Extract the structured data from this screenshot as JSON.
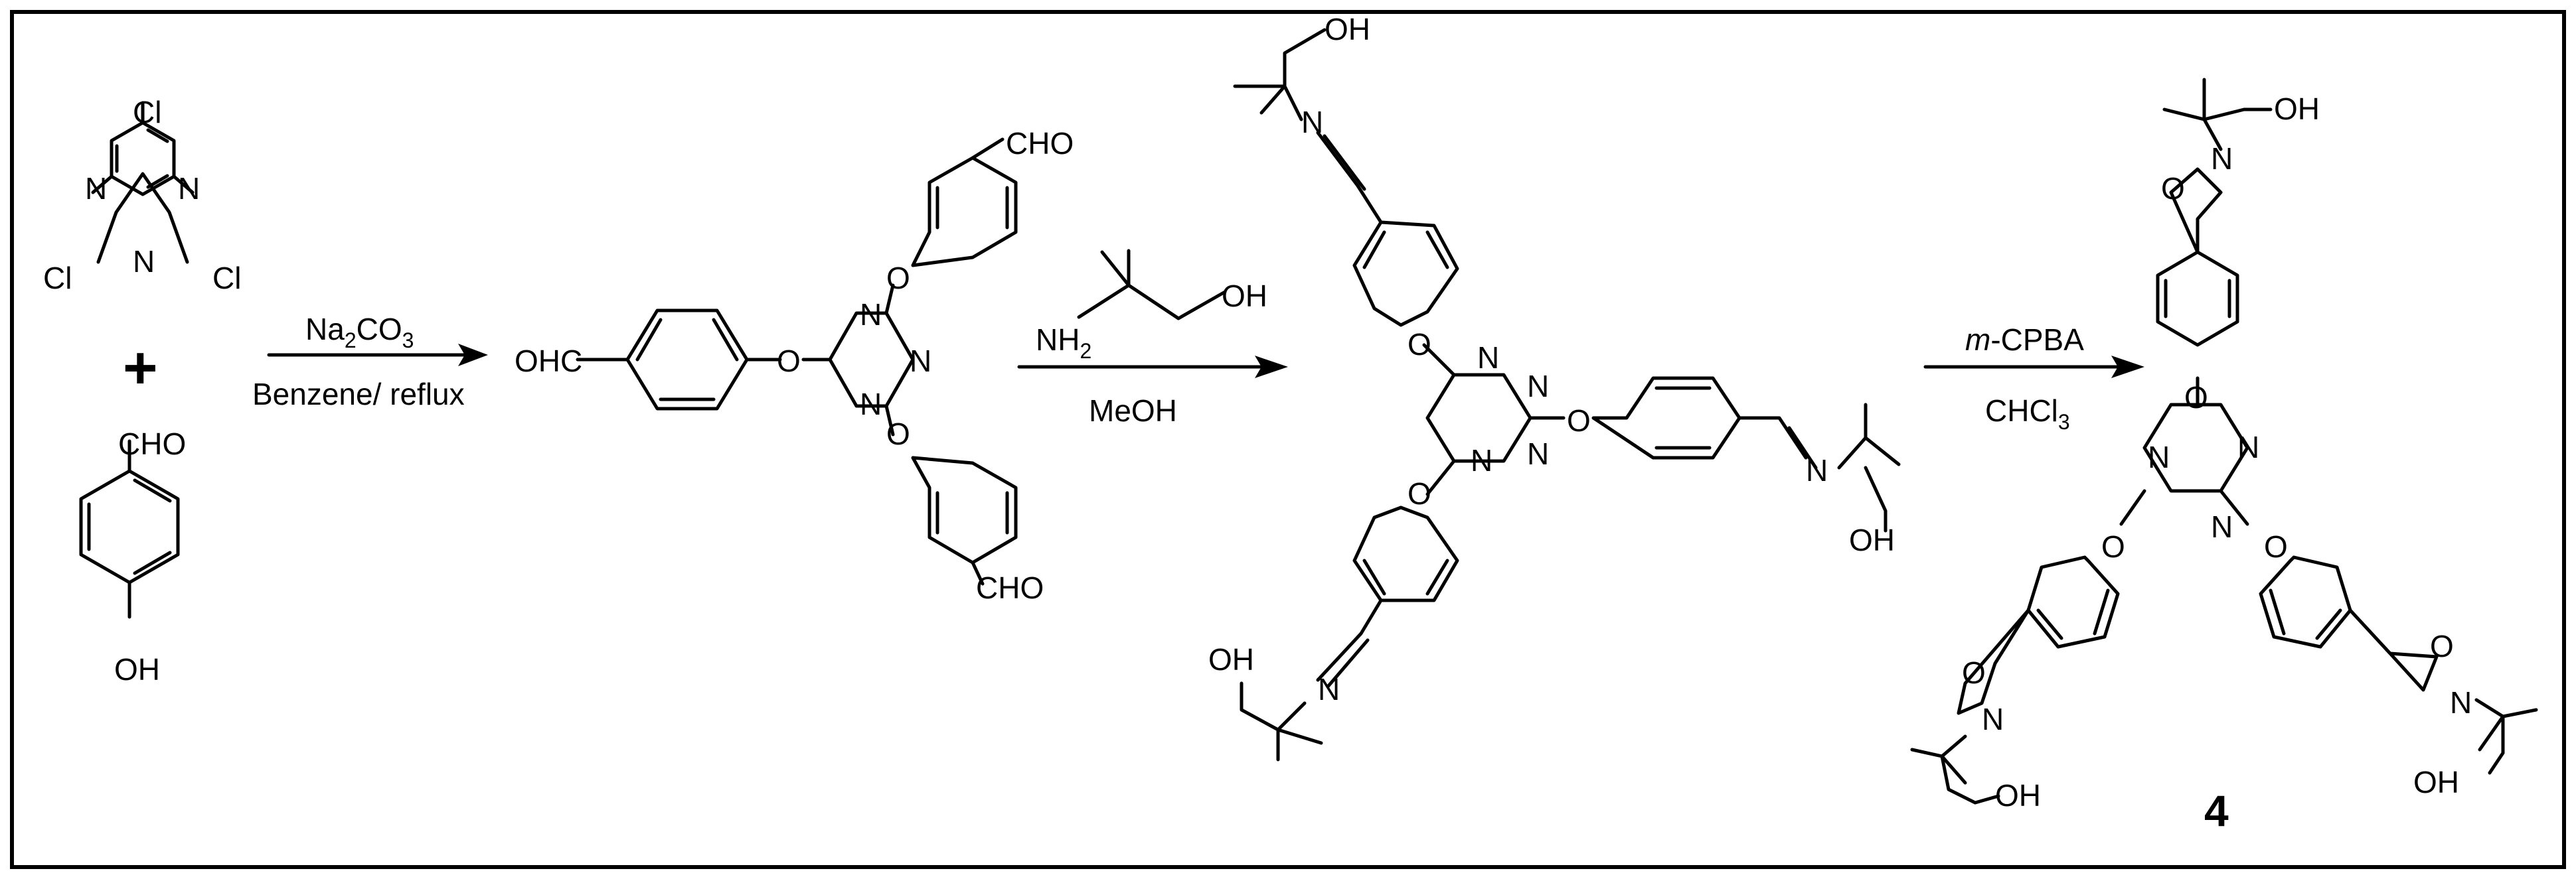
{
  "scheme": {
    "start_materials": {
      "cyanuric_chloride": {
        "cl": "Cl",
        "n": "N"
      },
      "plus": "+",
      "hydroxybenzaldehyde": {
        "cho": "CHO",
        "oh": "OH"
      }
    },
    "step1": {
      "na": "Na",
      "sub2": "2",
      "co": "CO",
      "sub3": "3",
      "conditions": "Benzene/ reflux"
    },
    "intermediate1": {
      "ohc": "OHC",
      "cho": "CHO",
      "o": "O",
      "n": "N"
    },
    "step2": {
      "nh": "NH",
      "sub2": "2",
      "oh": "OH",
      "solvent": "MeOH"
    },
    "intermediate2": {
      "oh": "OH",
      "n": "N",
      "o": "O"
    },
    "step3": {
      "m": "m",
      "cpba": "-CPBA",
      "chcl": "CHCl",
      "sub3": "3"
    },
    "product": {
      "oh": "OH",
      "n": "N",
      "o": "O",
      "label": "4"
    }
  }
}
